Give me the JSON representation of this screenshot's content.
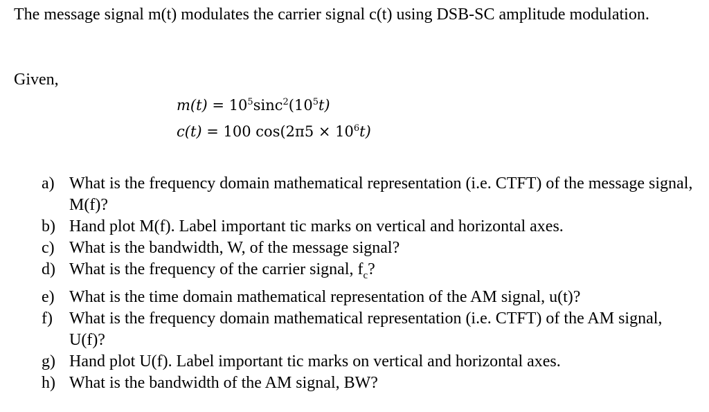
{
  "intro": "The message signal m(t) modulates the carrier signal c(t) using DSB-SC amplitude modulation.",
  "given": "Given,",
  "equations": {
    "m_lhs": "m(t)",
    "m_eq": " = 10",
    "m_exp1": "5",
    "m_mid": "sinc",
    "m_exp2": "2",
    "m_paren": "(10",
    "m_exp3": "5",
    "m_end": "t)",
    "c_lhs": "c(t)",
    "c_eq": " = 100 cos(2π5 × 10",
    "c_exp": "6",
    "c_end": "t)"
  },
  "questions": [
    {
      "label": "a)",
      "text": "What is the frequency domain mathematical representation (i.e. CTFT) of the message signal, M(f)?"
    },
    {
      "label": "b)",
      "text": "Hand plot M(f). Label important tic marks on vertical and horizontal axes."
    },
    {
      "label": "c)",
      "text": "What is the bandwidth, W, of the message signal?"
    },
    {
      "label": "d)",
      "text": "What is the frequency of the carrier signal, f",
      "sub": "c",
      "after": "?"
    },
    {
      "label": "e)",
      "text": "What is the time domain mathematical representation of the AM signal, u(t)?"
    },
    {
      "label": "f)",
      "text": "What is the frequency domain mathematical representation (i.e. CTFT) of the AM signal, U(f)?"
    },
    {
      "label": "g)",
      "text": "Hand plot U(f). Label important tic marks on vertical and horizontal axes."
    },
    {
      "label": "h)",
      "text": "What is the bandwidth of the AM signal, BW?"
    }
  ]
}
